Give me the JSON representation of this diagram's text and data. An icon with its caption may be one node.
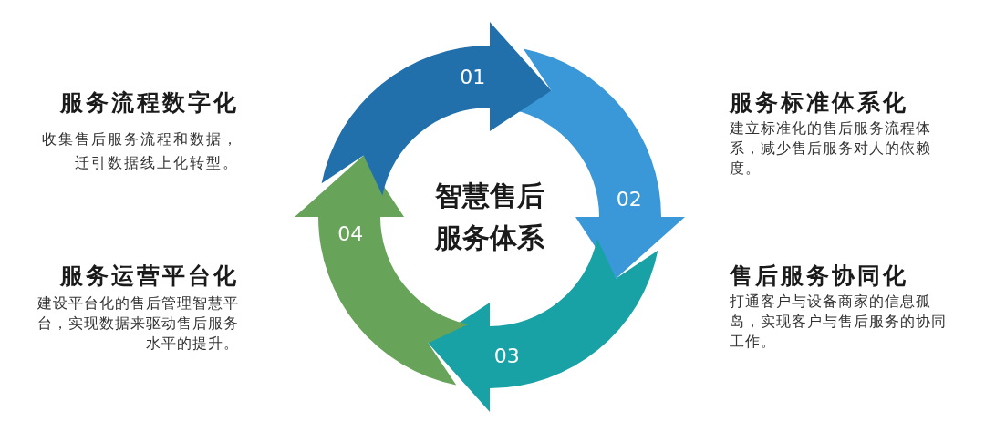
{
  "diagram": {
    "nodes": [
      {
        "text": [
          "01"
        ]
      },
      {
        "text": [
          "02"
        ]
      },
      {
        "text": [
          "03"
        ]
      },
      {
        "text": [
          "04"
        ]
      }
    ],
    "labels": [
      "服务流程数字化",
      "收集售后服务流程和数据，迁引数据线上化转型。",
      "服务标准体系化",
      "建立标准化的售后服务流程体系，减少售后服务对人的依赖度。",
      "智慧售后服务体系",
      "服务运营平台化",
      "建设平台化的售后管理智慧平台，实现数据来驱动售后服务水平的提升。",
      "售后服务协同化",
      "打通客户与设备商家的信息孤岛，实现客户与售后服务的协同工作。"
    ]
  }
}
